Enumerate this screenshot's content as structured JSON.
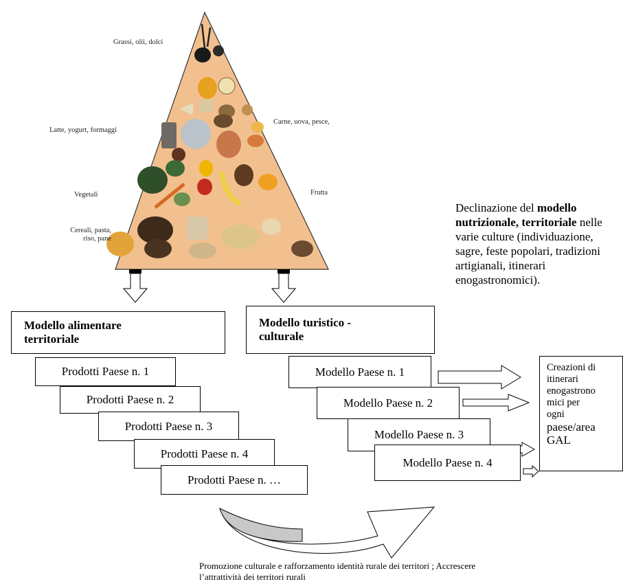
{
  "pyramid": {
    "labels": {
      "fats": "Grassi, olii, dolci",
      "dairy": "Latte, yogurt, formaggi",
      "protein": "Carne, uova, pesce,",
      "vegetables": "Vegetali",
      "fruit": "Frutta",
      "cereals_line1": "Cereali, pasta,",
      "cereals_line2": "riso, pane"
    },
    "fill_color": "#f2c08e"
  },
  "side_note": {
    "part1": "Declinazione del ",
    "bold": "modello nutrizionale, territoriale",
    "part2": " nelle varie culture (individuazione, sagre, feste popolari, tradizioni artigianali, itinerari enogastronomici)."
  },
  "left_model": {
    "title_line1": "Modello alimentare",
    "title_line2": "territoriale",
    "items": [
      "Prodotti Paese n. 1",
      "Prodotti Paese n. 2",
      "Prodotti Paese n. 3",
      "Prodotti Paese n. 4",
      "Prodotti Paese n. …"
    ]
  },
  "right_model": {
    "title_line1": "Modello  turistico -",
    "title_line2": "culturale",
    "items": [
      "Modello Paese n. 1",
      "Modello Paese n. 2",
      "Modello Paese n. 3",
      "Modello Paese n. 4"
    ]
  },
  "gal_box": {
    "lines": [
      "Creazioni di",
      "itinerari",
      "enogastrono",
      "mici per",
      "ogni"
    ],
    "big_lines": [
      "paese/area",
      "GAL"
    ]
  },
  "footer": {
    "line1": "Promozione culturale e rafforzamento identità rurale dei territori ; Accrescere",
    "line2": "l’attrattività dei territori rurali"
  }
}
